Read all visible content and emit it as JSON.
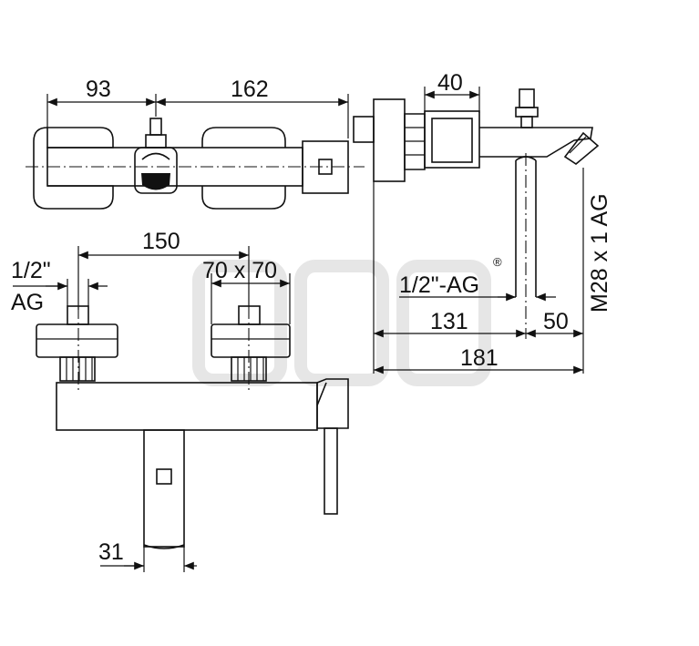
{
  "drawing": {
    "top_view": {
      "dim_left": "93",
      "dim_right": "162"
    },
    "side_view": {
      "dim_top": "40",
      "thread_outlet": "1/2\"-AG",
      "dim_131": "131",
      "dim_50": "50",
      "dim_181": "181",
      "thread_spout": "M28 x 1 AG"
    },
    "front_view": {
      "dim_150": "150",
      "thread_inlet_line1": "1/2\"",
      "thread_inlet_line2": "AG",
      "dim_square": "70 x 70",
      "dim_31": "31"
    },
    "registered_mark": "®"
  }
}
